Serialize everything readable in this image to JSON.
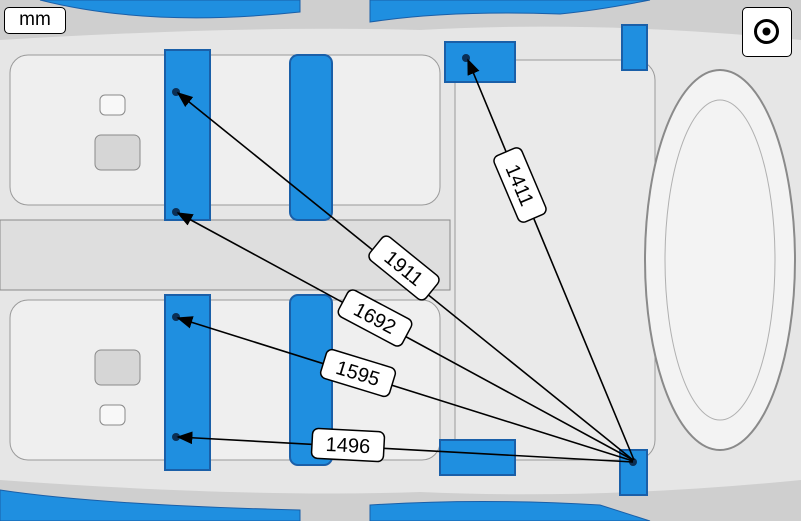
{
  "unit_label": "mm",
  "view_icon": "view-direction-icon",
  "colors": {
    "panel_blue": "#1f8fe0",
    "panel_dark": "#1a5fa8",
    "body_grey": "#d9d9d9",
    "line_dark": "#555555"
  },
  "dimensions": [
    {
      "id": "d1411",
      "label": "1411"
    },
    {
      "id": "d1911",
      "label": "1911"
    },
    {
      "id": "d1692",
      "label": "1692"
    },
    {
      "id": "d1595",
      "label": "1595"
    },
    {
      "id": "d1496",
      "label": "1496"
    }
  ]
}
